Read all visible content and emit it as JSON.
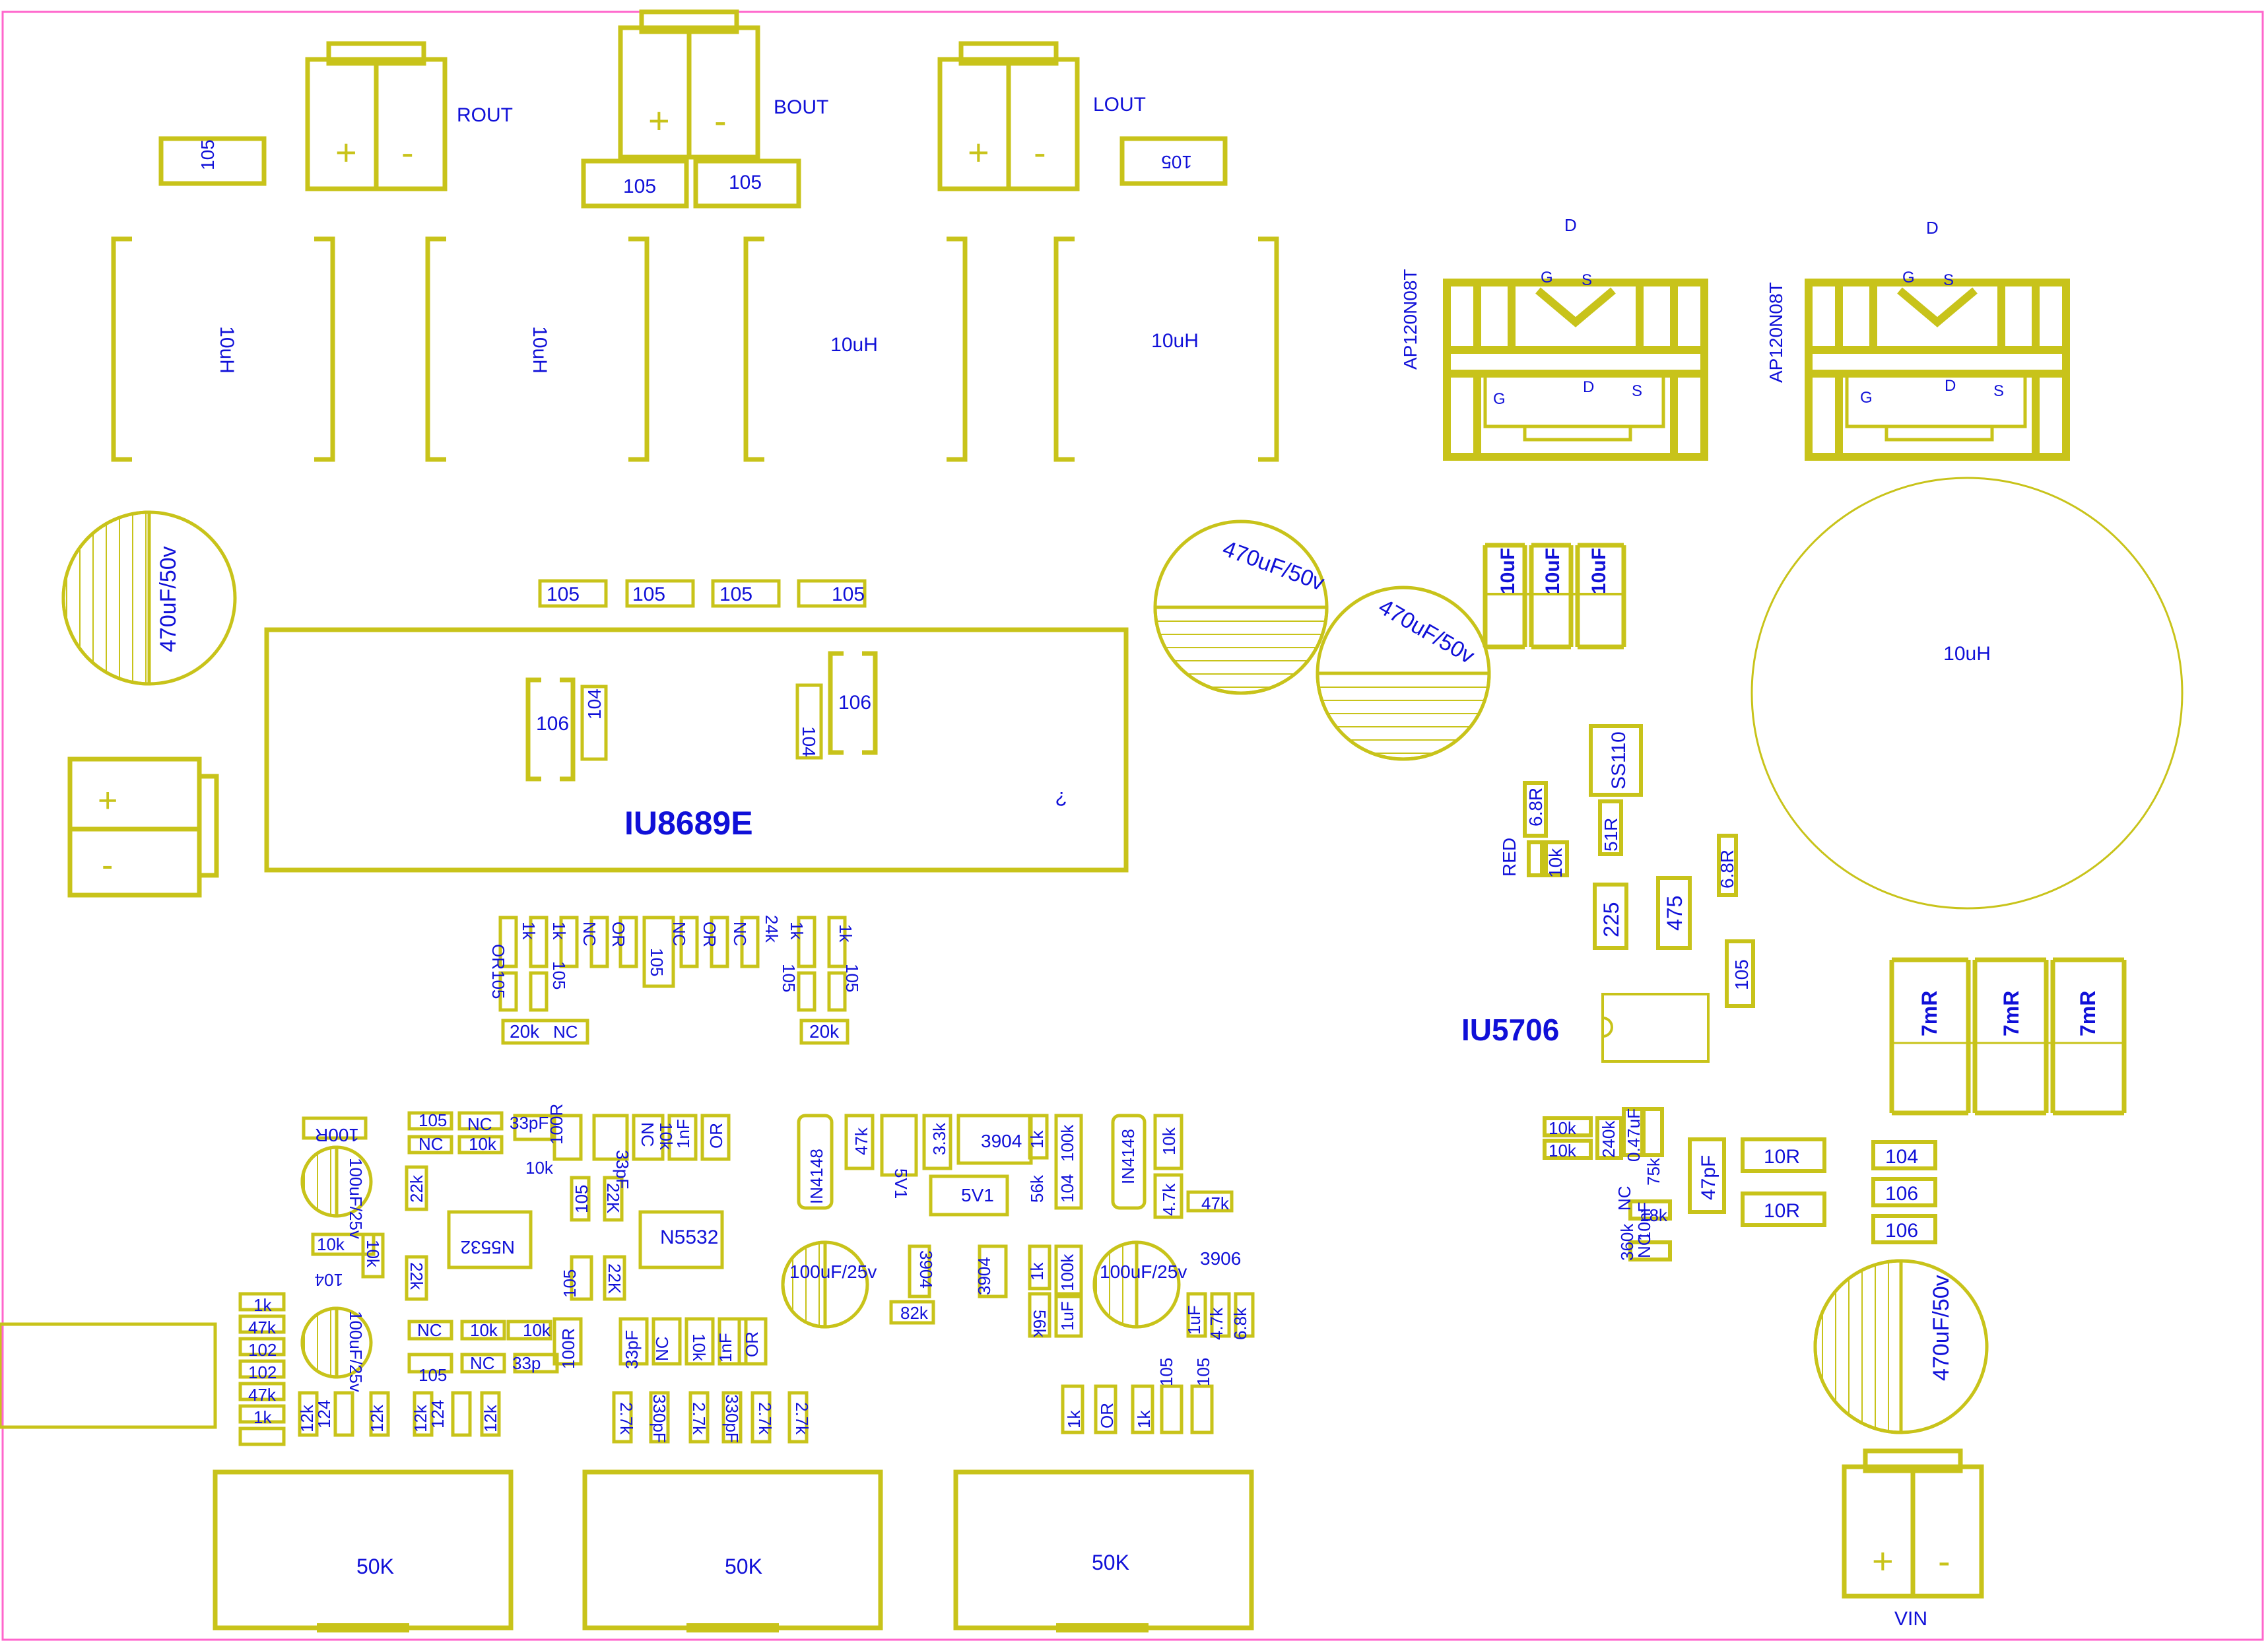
{
  "colors": {
    "silk": "#c8c31a",
    "text": "#1010d8",
    "outline": "#ff66cc",
    "background": "#ffffff"
  },
  "connectors": {
    "rout": "ROUT",
    "bout": "BOUT",
    "lout": "LOUT",
    "vin": "VIN",
    "plus": "+",
    "minus": "-"
  },
  "chips": {
    "amp_ic": "IU8689E",
    "buck_ic": "IU5706",
    "question_mark": "?",
    "opamp": "N5532",
    "schottky": "SS110"
  },
  "mosfets": {
    "part": "AP120N08T",
    "d": "D",
    "g": "G",
    "s": "S"
  },
  "inductors": {
    "value": "10uH",
    "big_value": "10uH"
  },
  "caps": {
    "e470": "470uF/50v",
    "e470_top": "470uF/50v",
    "e100": "100uF/25v",
    "ceramic_10uf": "10uF"
  },
  "shunts": {
    "value": "7mR"
  },
  "pots": {
    "value": "50K"
  },
  "top_labels": {
    "c105": "105",
    "c106": "106",
    "c104": "104",
    "c225": "225",
    "c475": "475",
    "r68": "6.8R",
    "r51": "51R",
    "r10k": "10k",
    "led": "RED",
    "r10r": "10R",
    "c47p": "47pF",
    "c106b": "106",
    "c104b": "104",
    "c105b": "105",
    "r240k": "240k",
    "c047": "0.47uF",
    "r75k": "75k",
    "nc": "NC",
    "c10n": "10nF",
    "r360k": "360k",
    "r18k": "18k"
  },
  "mid_resistor_row": [
    "OR",
    "1k",
    "1k",
    "NC",
    "OR",
    "105",
    "NC",
    "OR",
    "NC",
    "24k",
    "1k",
    "1k"
  ],
  "mid_resistor_row2": [
    "105",
    "105",
    "105",
    "105"
  ],
  "mid_20k": "20k",
  "mid_nc": "NC",
  "preamp_labels": {
    "r100r": "100R",
    "c105": "105",
    "nc": "NC",
    "r10k": "10k",
    "c33p": "33pF",
    "c33p_short": "33p",
    "r22k": "22k",
    "r22k_b": "22K",
    "c1nf": "1nF",
    "or": "OR",
    "c104": "104",
    "r1k": "1k",
    "r47k": "47k",
    "c102": "102",
    "r12k": "12k",
    "c124": "124",
    "r27k": "2.7k",
    "c330p": "330pF"
  },
  "tone_labels": {
    "diode": "IN4148",
    "r47k": "47k",
    "r33k": "3.3k",
    "zener": "5V1",
    "q3904": "3904",
    "q3906": "3906",
    "r1k": "1k",
    "r100k": "100k",
    "r56k": "56k",
    "c104": "104",
    "r10k": "10k",
    "r47": "4.7k",
    "r82k": "82k",
    "c1uf": "1uF",
    "r68k": "6.8k",
    "c105": "105",
    "or": "OR"
  }
}
